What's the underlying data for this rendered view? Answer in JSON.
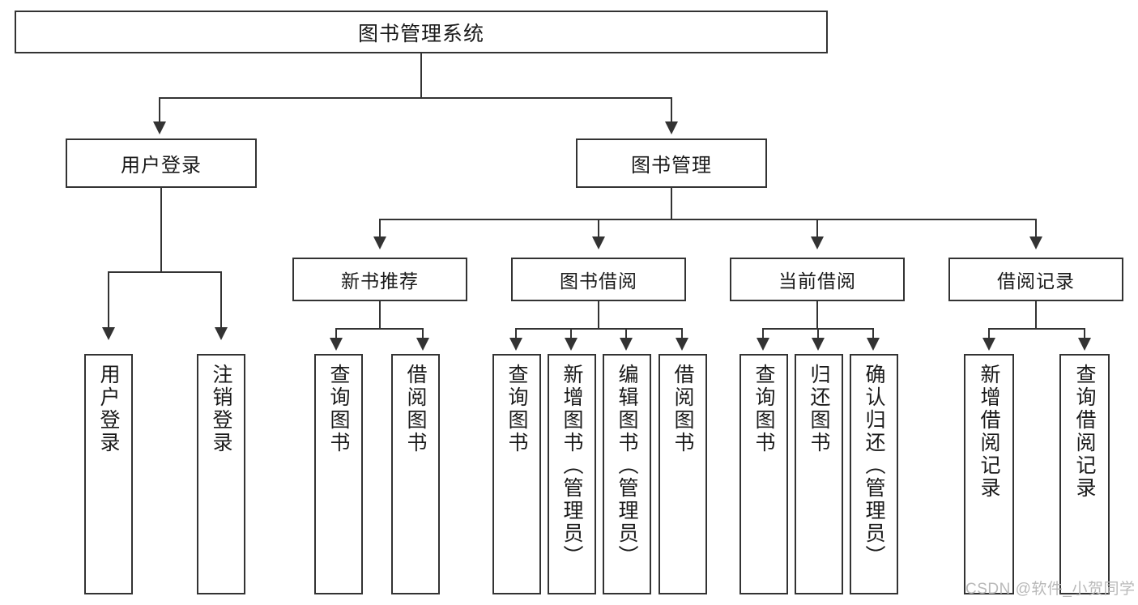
{
  "diagram": {
    "title": "图书管理系统",
    "watermark": "CSDN @软件_小贺同学",
    "nodes": {
      "root": {
        "label": "图书管理系统"
      },
      "level2": [
        {
          "label": "用户登录"
        },
        {
          "label": "图书管理"
        }
      ],
      "level3": [
        {
          "label": "新书推荐"
        },
        {
          "label": "图书借阅"
        },
        {
          "label": "当前借阅"
        },
        {
          "label": "借阅记录"
        }
      ],
      "leaves": {
        "user_login": [
          {
            "label": "用户登录"
          },
          {
            "label": "注销登录"
          }
        ],
        "new_book_recommend": [
          {
            "label": "查询图书"
          },
          {
            "label": "借阅图书"
          }
        ],
        "book_borrow": [
          {
            "label": "查询图书"
          },
          {
            "label": "新增图书（管理员）"
          },
          {
            "label": "编辑图书（管理员）"
          },
          {
            "label": "借阅图书"
          }
        ],
        "current_borrow": [
          {
            "label": "查询图书"
          },
          {
            "label": "归还图书"
          },
          {
            "label": "确认归还（管理员）"
          }
        ],
        "borrow_records": [
          {
            "label": "新增借阅记录"
          },
          {
            "label": "查询借阅记录"
          }
        ]
      }
    },
    "colors": {
      "stroke": "#333333",
      "fill": "#ffffff",
      "text": "#1a1a1a",
      "watermark": "#b9b9b9"
    }
  }
}
